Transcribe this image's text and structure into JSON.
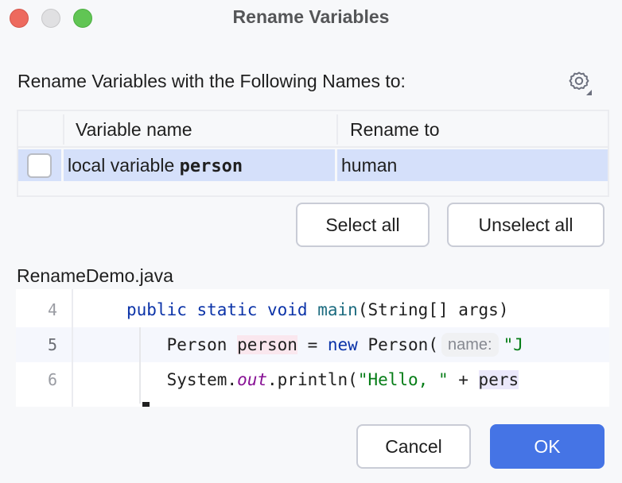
{
  "window": {
    "title": "Rename Variables",
    "controls": [
      "close",
      "minimize",
      "maximize"
    ]
  },
  "header": {
    "label": "Rename Variables with the Following Names to:",
    "settings_icon": "gear-icon"
  },
  "table": {
    "columns": [
      "",
      "Variable name",
      "Rename to"
    ],
    "rows": [
      {
        "checked": false,
        "variable_prefix": "local variable ",
        "variable_name": "person",
        "rename_to": "human",
        "selected": true
      }
    ]
  },
  "actions": {
    "select_all": "Select all",
    "unselect_all": "Unselect all"
  },
  "preview": {
    "file_name": "RenameDemo.java",
    "lines": [
      {
        "number": "4",
        "text": "    public static void main(String[] args)"
      },
      {
        "number": "5",
        "text": "        Person person = new Person( name: \"J",
        "current": true
      },
      {
        "number": "6",
        "text": "        System.out.println(\"Hello, \" + pers"
      }
    ],
    "inlay_hint": "name:"
  },
  "footer": {
    "cancel": "Cancel",
    "ok": "OK"
  },
  "colors": {
    "primary_button": "#4574e5",
    "row_selection": "#d5e0fa",
    "keyword": "#0b33a8",
    "string": "#067d17",
    "static_field": "#871094",
    "write_usage_highlight": "#fae7ee",
    "read_usage_highlight": "#ebe8fb"
  }
}
